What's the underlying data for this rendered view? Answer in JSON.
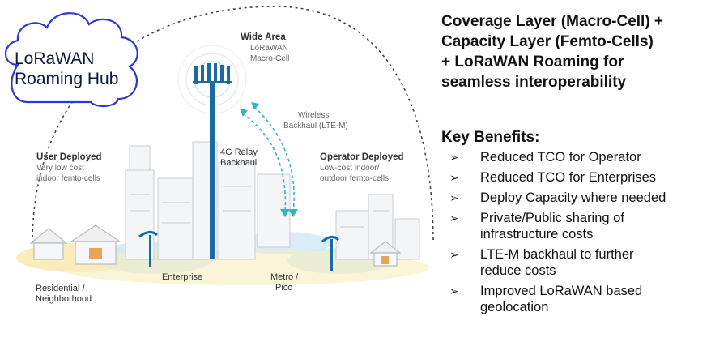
{
  "hub": {
    "line1": "LoRaWAN",
    "line2": "Roaming Hub"
  },
  "labels": {
    "wide_area_title": "Wide Area",
    "wide_area_sub1": "LoRaWAN",
    "wide_area_sub2": "Macro-Cell",
    "wireless1": "Wireless",
    "wireless2": "Backhaul (LTE-M)",
    "relay1": "4G Relay",
    "relay2": "Backhaul",
    "user_title": "User Deployed",
    "user_sub1": "Very low cost",
    "user_sub2": "indoor femto-cells",
    "operator_title": "Operator Deployed",
    "operator_sub1": "Low-cost indoor/",
    "operator_sub2": "outdoor femto-cells",
    "residential1": "Residential /",
    "residential2": "Neighborhood",
    "enterprise": "Enterprise",
    "metro1": "Metro /",
    "metro2": "Pico"
  },
  "headline": [
    "Coverage Layer (Macro-Cell) +",
    "Capacity Layer (Femto-Cells)",
    "+ LoRaWAN Roaming for",
    "seamless interoperability"
  ],
  "key_benefits": {
    "title": "Key Benefits:",
    "bullet": "➢",
    "items": [
      {
        "l1": "Reduced TCO for Operator",
        "l2": ""
      },
      {
        "l1": "Reduced TCO for Enterprises",
        "l2": ""
      },
      {
        "l1": "Deploy Capacity where needed",
        "l2": ""
      },
      {
        "l1": "Private/Public sharing of",
        "l2": "infrastructure costs"
      },
      {
        "l1": "LTE-M backhaul to further",
        "l2": "reduce costs"
      },
      {
        "l1": "Improved LoRaWAN based",
        "l2": "geolocation"
      }
    ]
  },
  "colors": {
    "tower": "#1a6aa3",
    "teal": "#3bb0c9",
    "ring": "#6fbfe6",
    "glow": "#f3d35c",
    "text": "#111111",
    "hub_stroke": "#2e36d6"
  }
}
